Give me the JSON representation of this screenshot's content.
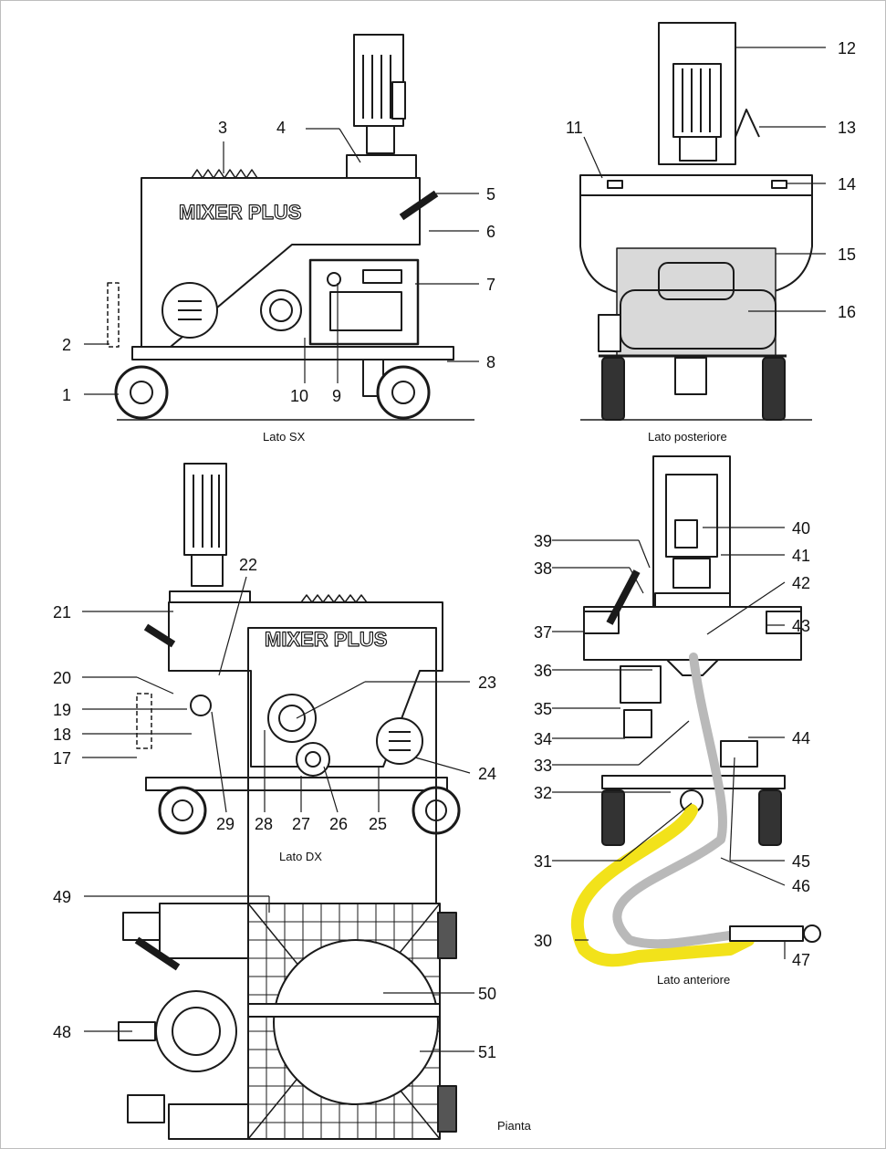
{
  "diagram": {
    "views": {
      "left": {
        "caption": "Lato SX"
      },
      "rear": {
        "caption": "Lato posteriore"
      },
      "right": {
        "caption": "Lato DX"
      },
      "front": {
        "caption": "Lato anteriore"
      },
      "plan": {
        "caption": "Pianta"
      }
    },
    "brand_text": "MIXER PLUS",
    "labels": [
      "1",
      "2",
      "3",
      "4",
      "5",
      "6",
      "7",
      "8",
      "9",
      "10",
      "11",
      "12",
      "13",
      "14",
      "15",
      "16",
      "17",
      "18",
      "19",
      "20",
      "21",
      "22",
      "23",
      "24",
      "25",
      "26",
      "27",
      "28",
      "29",
      "30",
      "31",
      "32",
      "33",
      "34",
      "35",
      "36",
      "37",
      "38",
      "39",
      "40",
      "41",
      "42",
      "43",
      "44",
      "45",
      "46",
      "47",
      "48",
      "49",
      "50",
      "51"
    ],
    "colors": {
      "line": "#1a1a1a",
      "hose_yellow": "#f2e21a",
      "hose_grey": "#b9b9b9",
      "panel_grey": "#d9d9d9",
      "frame_border": "#bdbdbd"
    }
  }
}
